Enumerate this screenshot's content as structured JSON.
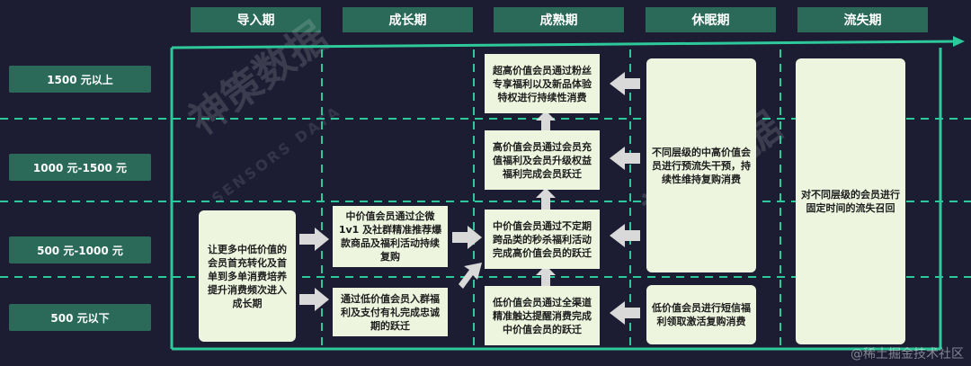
{
  "stages": [
    "导入期",
    "成长期",
    "成熟期",
    "休眠期",
    "流失期"
  ],
  "tiers": [
    "1500 元以上",
    "1000 元-1500 元",
    "500 元-1000 元",
    "500 元以下"
  ],
  "boxes": {
    "intro": "让更多中低价值的会员首充转化及首单到多单消费培养提升消费频次进入成长期",
    "growth_mid": "中价值会员通过企微 1v1 及社群精准推荐爆款商品及福利活动持续复购",
    "growth_low": "通过低价值会员入群福利及支付有礼完成忠诚期的跃迁",
    "mature_top": "超高价值会员通过粉丝专享福利以及新品体验特权进行持续性消费",
    "mature_high": "高价值会员通过会员充值福利及会员升级权益福利完成会员跃迁",
    "mature_mid": "中价值会员通过不定期跨品类的秒杀福利活动完成高价值会员的跃迁",
    "mature_low": "低价值会员通过全渠道精准触达提醒消费完成中价值会员的跃迁",
    "dormant_high": "不同层级的中高价值会员进行预流失干预，持续性维持复购消费",
    "dormant_low": "低价值会员进行短信福利领取激活复购消费",
    "churn": "对不同层级的会员进行固定时间的流失召回"
  },
  "watermark": {
    "main": "神策数据",
    "sub": "SENSORS DATA"
  },
  "credit": "@稀土掘金技术社区",
  "colors": {
    "background": "#1c1d33",
    "accent": "#2ec99a",
    "header": "#2b6a58",
    "box": "#eef5df",
    "arrow": "#d9d9d9"
  }
}
